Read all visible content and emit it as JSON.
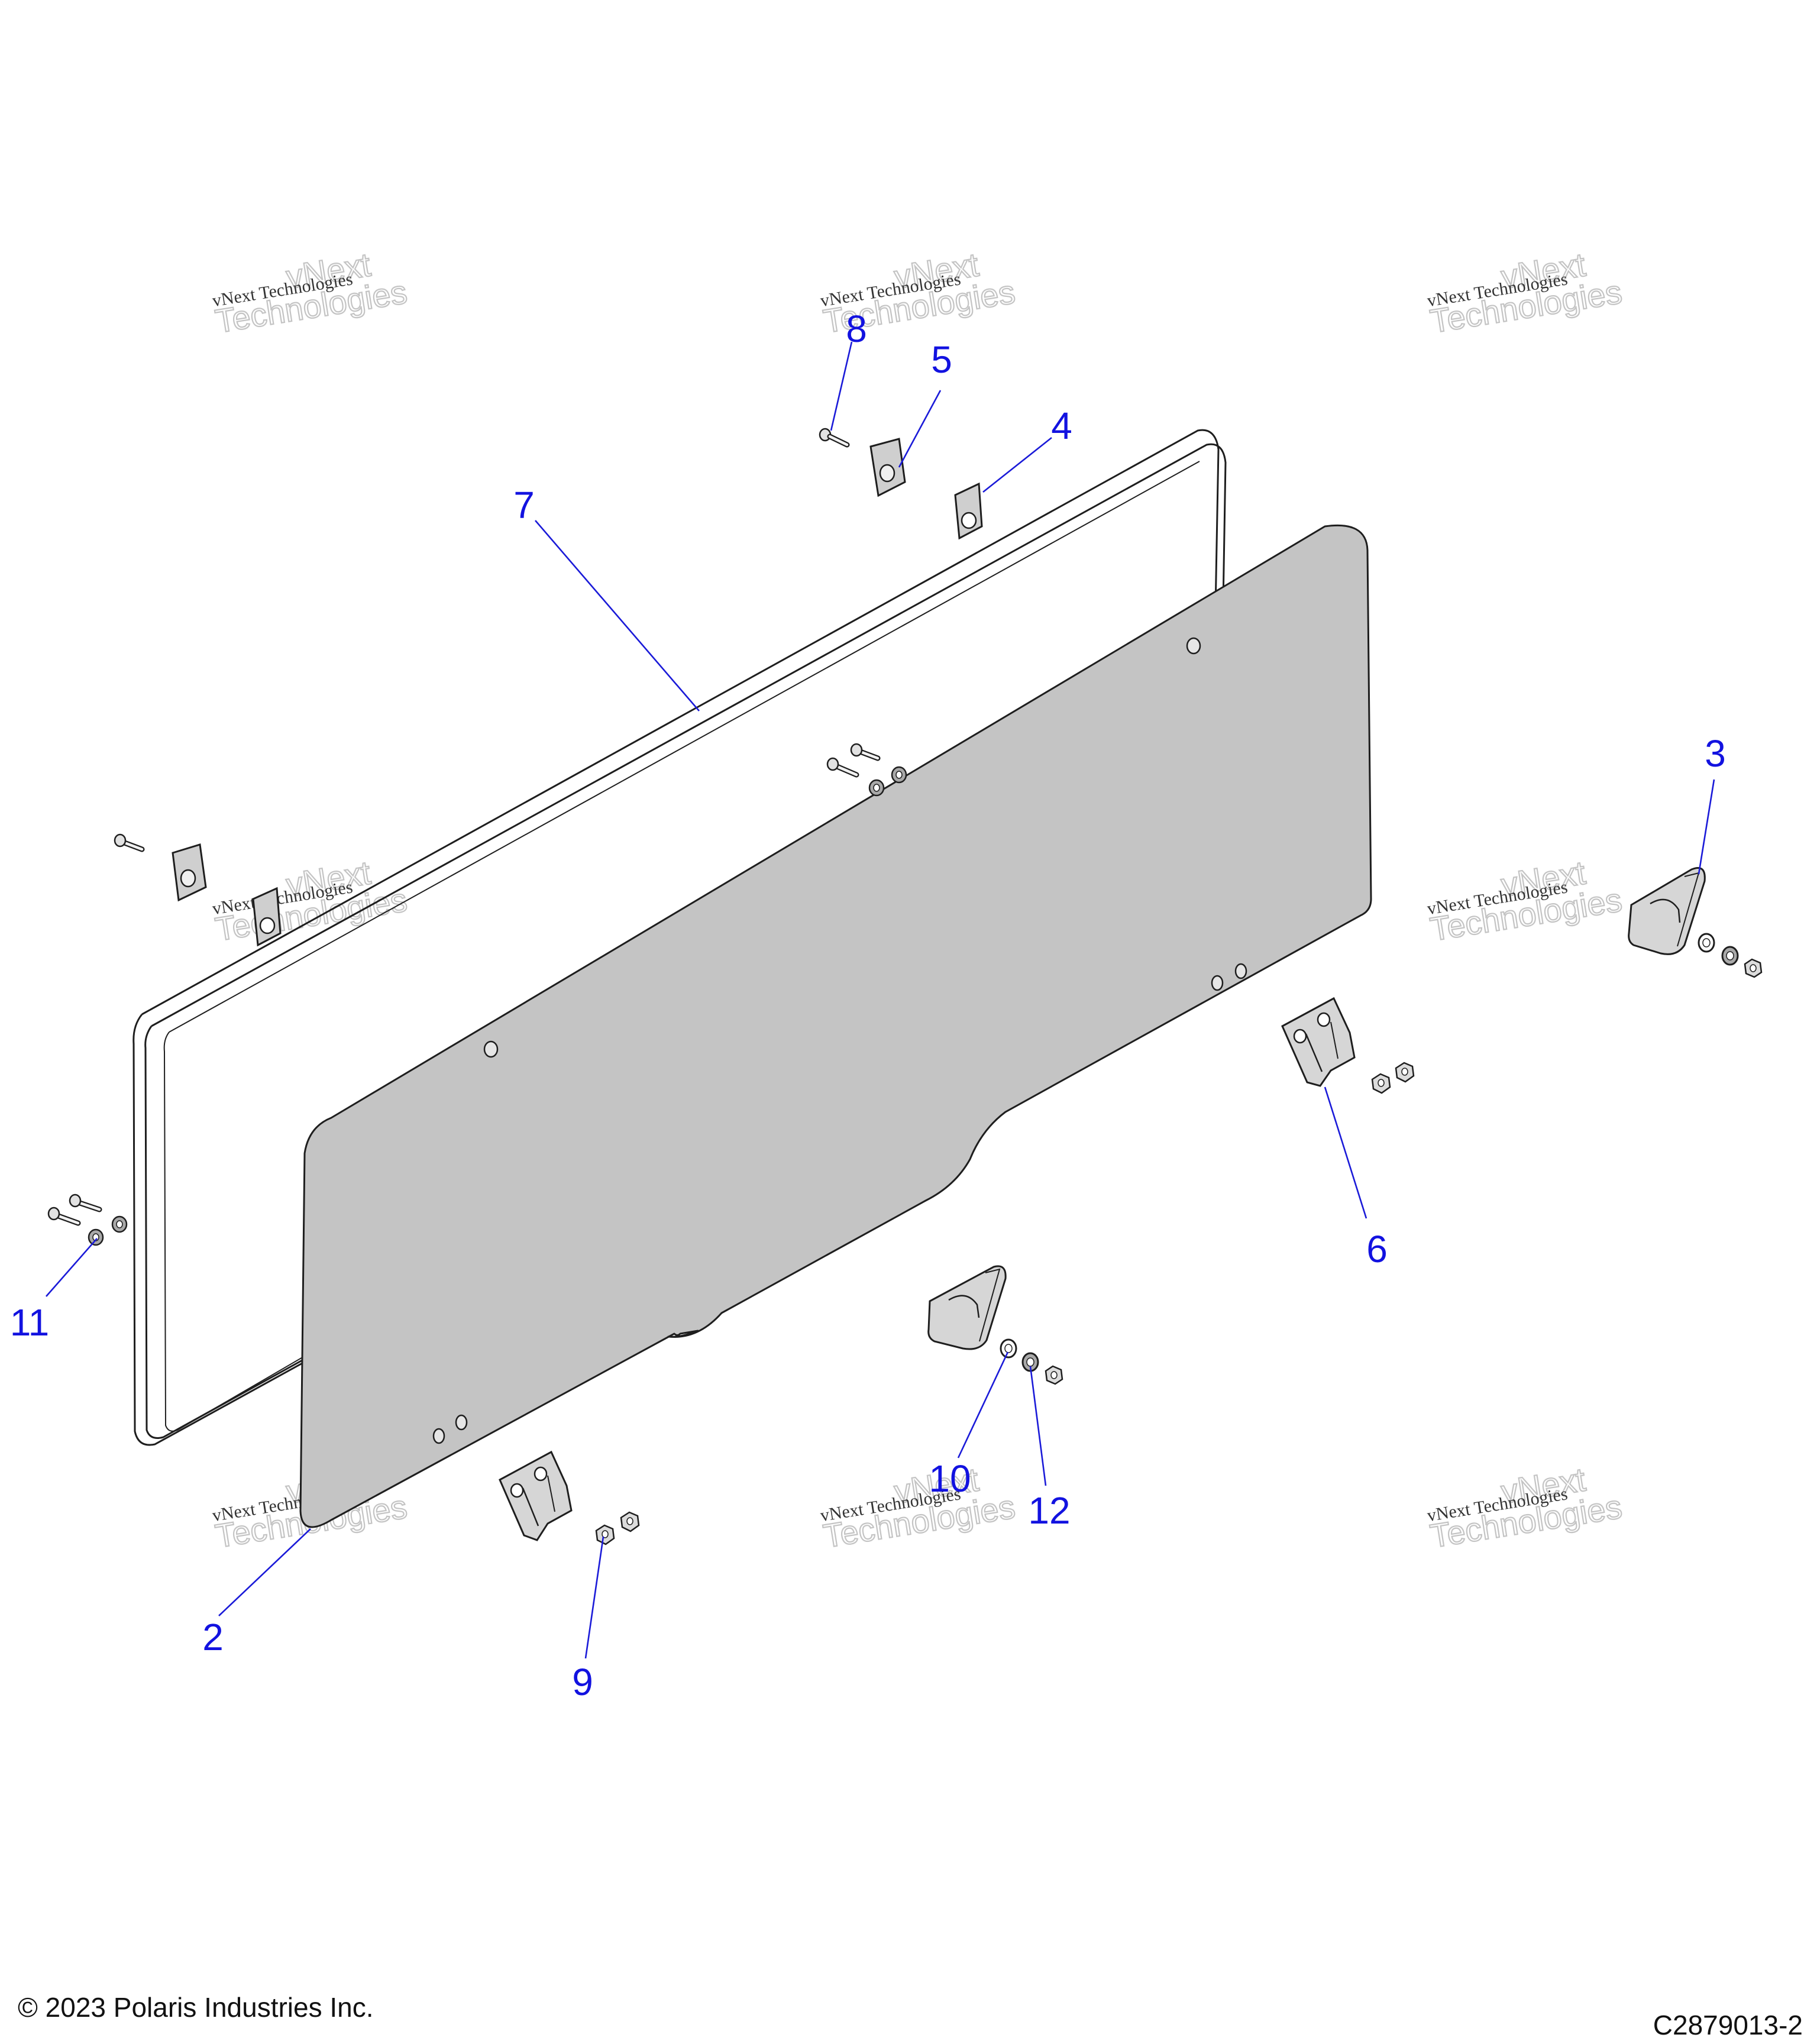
{
  "diagram": {
    "callouts": [
      {
        "id": "2",
        "label": "2"
      },
      {
        "id": "3",
        "label": "3"
      },
      {
        "id": "4",
        "label": "4"
      },
      {
        "id": "5",
        "label": "5"
      },
      {
        "id": "6",
        "label": "6"
      },
      {
        "id": "7",
        "label": "7"
      },
      {
        "id": "8",
        "label": "8"
      },
      {
        "id": "9",
        "label": "9"
      },
      {
        "id": "10",
        "label": "10"
      },
      {
        "id": "11",
        "label": "11"
      },
      {
        "id": "12",
        "label": "12"
      }
    ],
    "watermark": {
      "line1": "vNext Technologies",
      "line2": "vNext",
      "line3": "Technologies"
    }
  },
  "footer": {
    "copyright": "© 2023 Polaris Industries Inc.",
    "figure_id": "C2879013-2"
  },
  "colors": {
    "callout": "#1212e0",
    "leader": "#1a1ad8",
    "panel_fill": "#c4c4c4",
    "part_fill": "#d6d6d6",
    "outline": "#1e1e1e"
  }
}
